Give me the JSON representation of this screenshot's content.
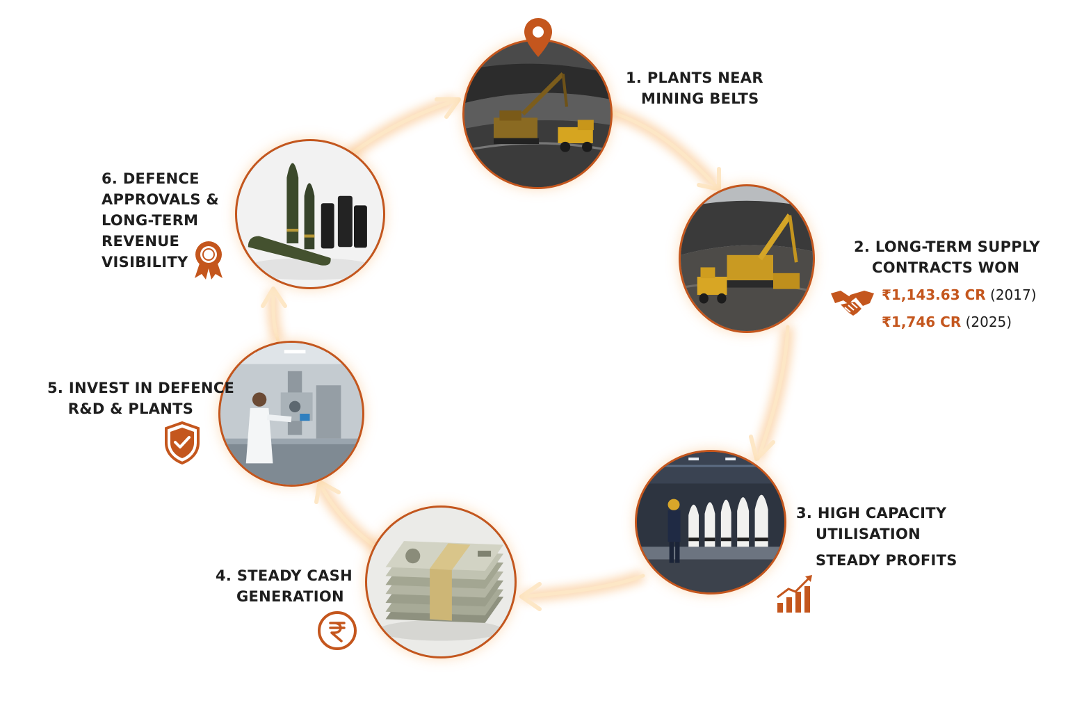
{
  "colors": {
    "accent": "#c4561d",
    "glow": "#f6a34a",
    "text": "#1e1e1e"
  },
  "stages": [
    {
      "number": "1.",
      "lines": [
        "PLANTS NEAR",
        "MINING BELTS"
      ],
      "photo": "open-pit mine with excavator and dump truck",
      "icon": "map-pin-icon"
    },
    {
      "number": "2.",
      "lines": [
        "LONG-TERM SUPPLY",
        "CONTRACTS WON"
      ],
      "photo": "mining excavator loading yellow trucks",
      "icon": "handshake-icon",
      "contracts": [
        {
          "amount": "₹1,143.63 CR",
          "year": "(2017)"
        },
        {
          "amount": "₹1,746 CR",
          "year": "(2025)"
        }
      ]
    },
    {
      "number": "3.",
      "lines": [
        "HIGH CAPACITY",
        "UTILISATION",
        "STEADY PROFITS"
      ],
      "photo": "worker beside shell production line",
      "icon": "growth-chart-icon"
    },
    {
      "number": "4.",
      "lines": [
        "STEADY CASH",
        "GENERATION"
      ],
      "photo": "stacks of rupee banknotes",
      "icon": "rupee-icon"
    },
    {
      "number": "5.",
      "lines": [
        "INVEST IN DEFENCE",
        "R&D & PLANTS"
      ],
      "photo": "scientist operating laboratory equipment",
      "icon": "shield-check-icon"
    },
    {
      "number": "6.",
      "lines": [
        "DEFENCE",
        "APPROVALS &",
        "LONG-TERM",
        "REVENUE",
        "VISIBILITY"
      ],
      "photo": "artillery shells and ammunition",
      "icon": "award-ribbon-icon"
    }
  ]
}
